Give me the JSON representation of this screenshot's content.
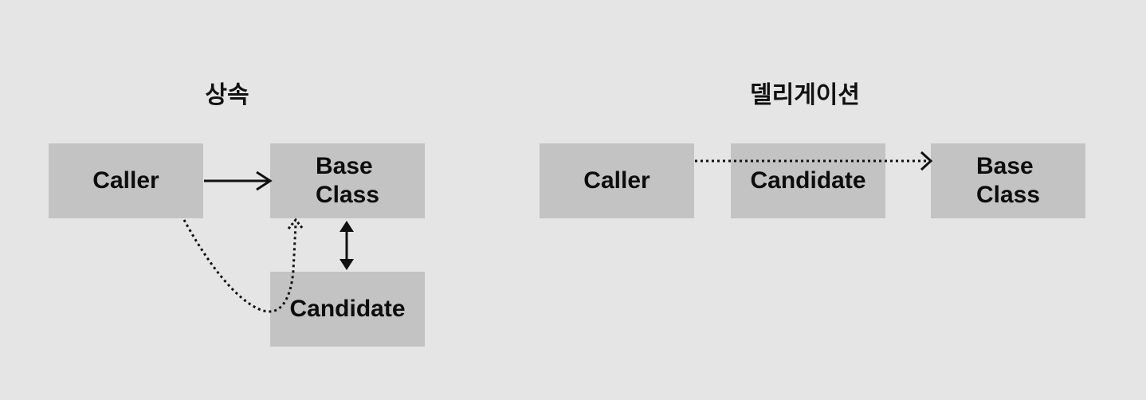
{
  "inheritance": {
    "title": "상속",
    "caller": "Caller",
    "base_class": {
      "line1": "Base",
      "line2": "Class"
    },
    "candidate": "Candidate"
  },
  "delegation": {
    "title": "델리게이션",
    "caller": "Caller",
    "candidate": "Candidate",
    "base_class": {
      "line1": "Base",
      "line2": "Class"
    }
  },
  "colors": {
    "background": "#e5e5e5",
    "box_fill": "#c3c3c3",
    "text": "#0d0d0d",
    "connector": "#111111"
  }
}
